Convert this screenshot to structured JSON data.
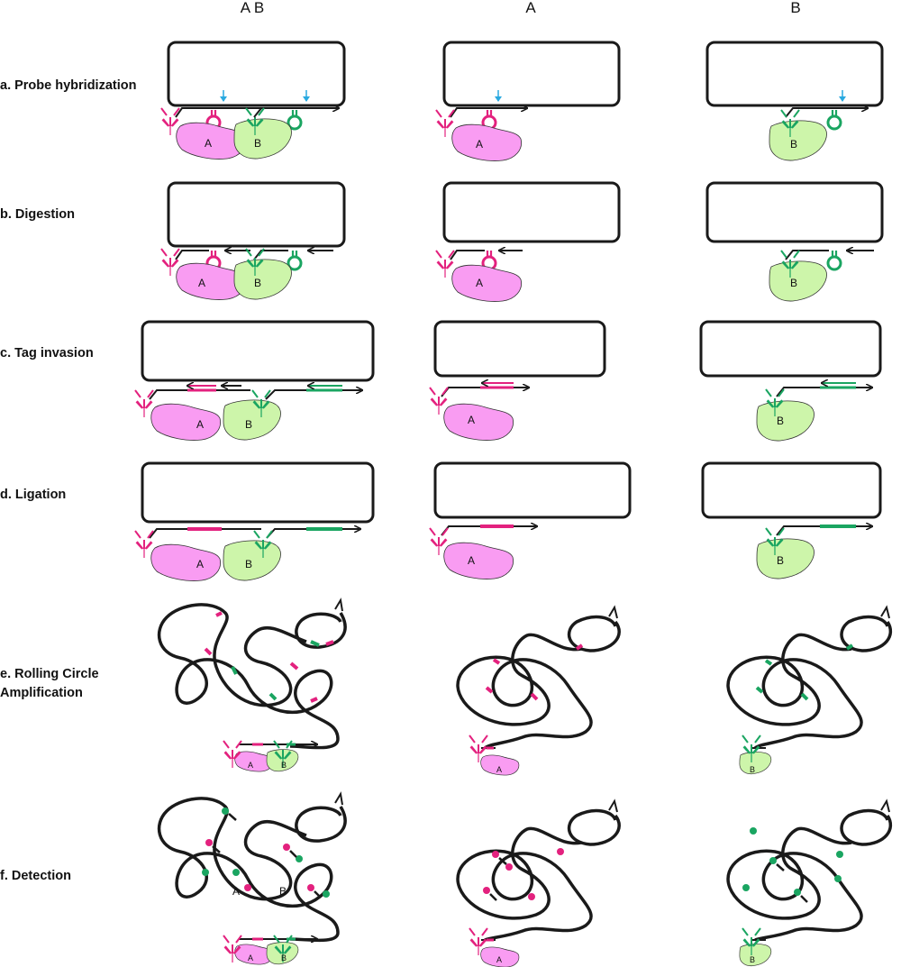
{
  "columns": [
    "A B",
    "A",
    "B"
  ],
  "rows": [
    {
      "label": "a. Probe hybridization"
    },
    {
      "label": "b. Digestion"
    },
    {
      "label": "c. Tag invasion"
    },
    {
      "label": "d. Ligation"
    },
    {
      "label": "e. Rolling Circle",
      "label_line2": "Amplification"
    },
    {
      "label": "f. Detection"
    }
  ],
  "proteins": {
    "a": "A",
    "b": "B"
  },
  "detection_labels": [
    "A",
    "B"
  ],
  "colors": {
    "protein_a": "#f99cf2",
    "protein_b": "#cdf5aa",
    "magenta": "#e3217e",
    "green": "#1aa561",
    "cleavage": "#29a9e0",
    "strand": "#1a1a1a"
  }
}
